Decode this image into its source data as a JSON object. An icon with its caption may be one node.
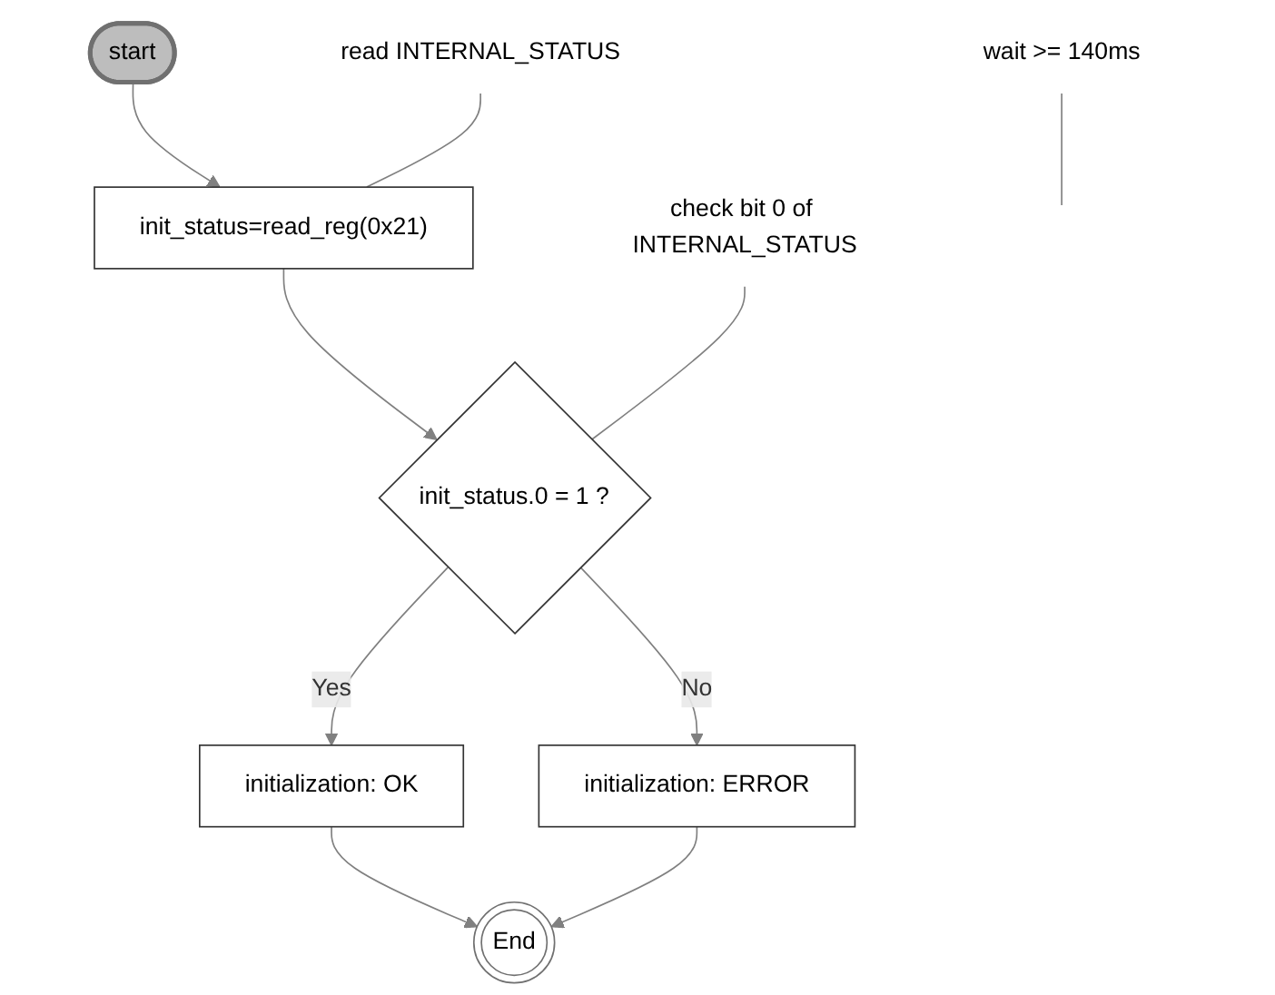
{
  "diagram": {
    "nodes": [
      {
        "text": [
          "start"
        ]
      },
      {
        "text": [
          "init_status=read_reg(0x21)"
        ]
      },
      {
        "text": [
          "init_status.0 = 1 ?"
        ]
      },
      {
        "text": [
          "initialization: OK"
        ]
      },
      {
        "text": [
          "initialization: ERROR"
        ]
      },
      {
        "text": [
          "End"
        ]
      },
      {
        "text": [
          "wait >= 140ms"
        ]
      },
      {
        "text": [
          "read INTERNAL_STATUS"
        ]
      },
      {
        "text": [
          "check bit 0 of INTERNAL_STATUS"
        ]
      }
    ],
    "edges": [
      {
        "from": 0,
        "to": 1,
        "arrow": "to"
      },
      {
        "from": 1,
        "to": 2,
        "arrow": "to"
      },
      {
        "from": 2,
        "to": 3,
        "arrow": "to",
        "label": "Yes"
      },
      {
        "from": 2,
        "to": 4,
        "arrow": "to",
        "label": "No"
      },
      {
        "from": 3,
        "to": 5,
        "arrow": "to"
      },
      {
        "from": 4,
        "to": 5,
        "arrow": "to"
      },
      {
        "from": 6,
        "to": null,
        "arrow": "none"
      },
      {
        "from": 7,
        "to": 1,
        "arrow": "none"
      },
      {
        "from": 8,
        "to": 2,
        "arrow": "none"
      }
    ]
  }
}
